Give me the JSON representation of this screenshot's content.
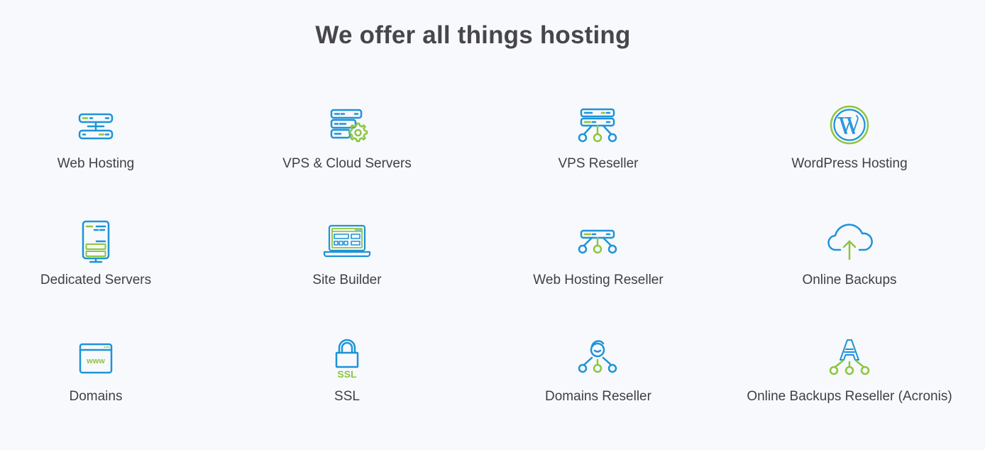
{
  "section": {
    "title": "We offer all things hosting"
  },
  "colors": {
    "blue": "#1e93d8",
    "green": "#8cc63f",
    "text": "#3f3f46",
    "title": "#46464b",
    "background": "#f8f9fc"
  },
  "services": [
    {
      "label": "Web Hosting",
      "icon": "server-stack-icon"
    },
    {
      "label": "VPS & Cloud Servers",
      "icon": "server-gear-icon"
    },
    {
      "label": "VPS Reseller",
      "icon": "server-network-icon"
    },
    {
      "label": "WordPress Hosting",
      "icon": "wordpress-icon"
    },
    {
      "label": "Dedicated Servers",
      "icon": "dedicated-server-icon"
    },
    {
      "label": "Site Builder",
      "icon": "laptop-builder-icon"
    },
    {
      "label": "Web Hosting Reseller",
      "icon": "single-server-network-icon"
    },
    {
      "label": "Online Backups",
      "icon": "cloud-upload-icon"
    },
    {
      "label": "Domains",
      "icon": "www-browser-icon"
    },
    {
      "label": "SSL",
      "icon": "ssl-lock-icon"
    },
    {
      "label": "Domains Reseller",
      "icon": "user-network-icon"
    },
    {
      "label": "Online Backups Reseller (Acronis)",
      "icon": "acronis-network-icon"
    }
  ]
}
